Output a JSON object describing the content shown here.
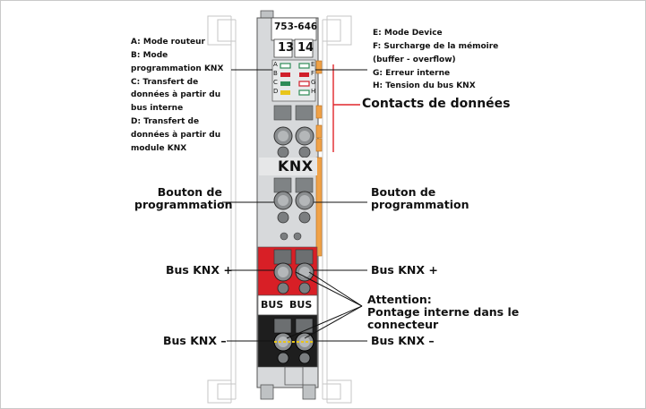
{
  "module": {
    "part_number": "753-646",
    "terminal_left": "13",
    "terminal_right": "14",
    "brand_label": "KNX",
    "bus_label_left": "BUS",
    "bus_label_right": "BUS",
    "led_letters_left": [
      "A",
      "B",
      "C",
      "D"
    ],
    "led_letters_right": [
      "E",
      "F",
      "G",
      "H"
    ],
    "colors": {
      "housing": "#d7d9db",
      "red_section": "#d81f26",
      "black_section": "#1e1e1e",
      "contacts": "#f0a248",
      "callout_line": "#e0262b",
      "led_green": "#2e8b57",
      "led_red": "#d01f2b",
      "led_yellow": "#e8c51a"
    }
  },
  "legend_left": {
    "a": "A: Mode routeur",
    "b1": "B: Mode",
    "b2": "programmation KNX",
    "c1": "C: Transfert de",
    "c2": "données à partir du",
    "c3": "bus interne",
    "d1": "D: Transfert de",
    "d2": "données à partir du",
    "d3": "module KNX"
  },
  "legend_right": {
    "e": "E: Mode Device",
    "f1": "F: Surcharge de la mémoire",
    "f2": "(buffer - overflow)",
    "g": "G: Erreur interne",
    "h": "H: Tension du bus KNX"
  },
  "labels": {
    "data_contacts": "Contacts de données",
    "prog_button_left_1": "Bouton de",
    "prog_button_left_2": "programmation",
    "prog_button_right_1": "Bouton de",
    "prog_button_right_2": "programmation",
    "bus_plus_left": "Bus KNX +",
    "bus_plus_right": "Bus KNX +",
    "attention_1": "Attention:",
    "attention_2": "Pontage interne dans le",
    "attention_3": "connecteur",
    "bus_minus_left": "Bus KNX –",
    "bus_minus_right": "Bus KNX –"
  }
}
